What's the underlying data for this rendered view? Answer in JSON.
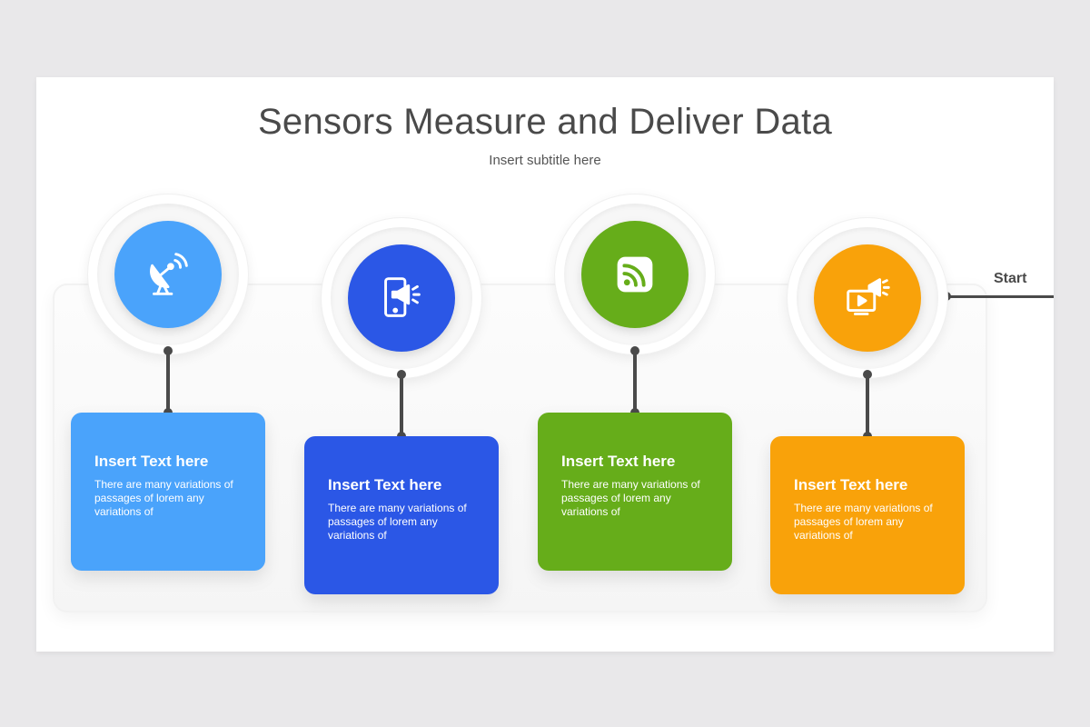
{
  "title": "Sensors Measure and Deliver Data",
  "subtitle": "Insert subtitle here",
  "start_label": "Start",
  "colors": {
    "light_blue": "#4aa3fb",
    "royal_blue": "#2b57e6",
    "green": "#66ad1a",
    "orange": "#f9a20a",
    "connector": "#4a4a4a"
  },
  "steps": [
    {
      "icon": "satellite-dish-icon",
      "title": "Insert Text here",
      "body": "There are many variations of passages of lorem any variations of"
    },
    {
      "icon": "mobile-megaphone-icon",
      "title": "Insert Text here",
      "body": "There are many variations of passages of lorem any variations of"
    },
    {
      "icon": "rss-feed-icon",
      "title": "Insert Text here",
      "body": "There are many variations of passages of lorem any variations of"
    },
    {
      "icon": "video-megaphone-icon",
      "title": "Insert Text here",
      "body": "There are many variations of passages of lorem any variations of"
    }
  ]
}
